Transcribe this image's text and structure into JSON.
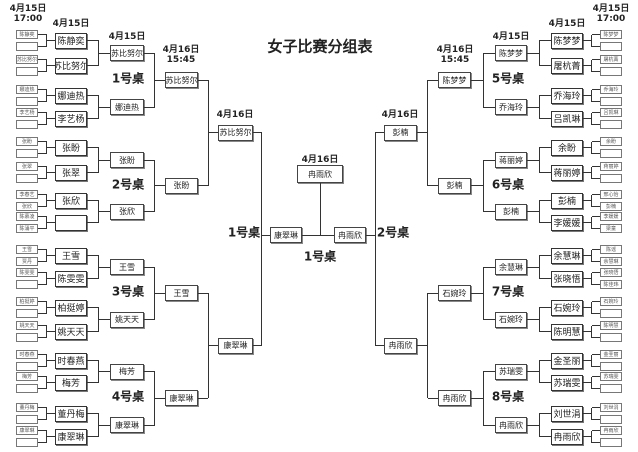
{
  "title": "女子比赛分组表",
  "dates": {
    "r1": [
      "4月15日",
      "17:00"
    ],
    "r2": "4月15日",
    "r3": "4月15日",
    "r4": [
      "4月16日",
      "15:45"
    ],
    "r5": "4月16日",
    "final": "4月16日"
  },
  "tables_left": [
    "1号桌",
    "2号桌",
    "3号桌",
    "4号桌"
  ],
  "tables_right": [
    "5号桌",
    "6号桌",
    "7号桌",
    "8号桌"
  ],
  "center_labels": {
    "left": "1号桌",
    "bottom": "1号桌",
    "right": "2号桌"
  },
  "left": {
    "r1": [
      "陈静奕",
      "",
      "苏比努尔",
      "",
      "娜迪热",
      "",
      "李艺杨",
      "",
      "张盼",
      "",
      "张翠",
      "",
      "李春艺",
      "张欣",
      "陈慕凌",
      "陈涌平",
      "王雪",
      "贾丹",
      "陈雯雯",
      "",
      "柏挺婷",
      "",
      "姚天天",
      "",
      "时春燕",
      "",
      "梅芳",
      "",
      "董丹梅",
      "",
      "康翠琳",
      ""
    ],
    "r2": [
      "陈静奕",
      "苏比努尔",
      "娜迪热",
      "李艺杨",
      "张盼",
      "张翠",
      "张欣",
      "",
      "王雪",
      "陈雯雯",
      "柏挺婷",
      "姚天天",
      "时春燕",
      "梅芳",
      "董丹梅",
      "康翠琳"
    ],
    "r3": [
      "苏比努尔",
      "娜迪热",
      "张盼",
      "张欣",
      "王雪",
      "姚天天",
      "梅芳",
      "康翠琳"
    ],
    "r4": [
      "苏比努尔",
      "张盼",
      "王雪",
      "康翠琳"
    ],
    "r5": [
      "苏比努尔",
      "康翠琳"
    ]
  },
  "right": {
    "r1": [
      "陈梦梦",
      "",
      "屠杭菁",
      "",
      "乔海玲",
      "",
      "吕凯琳",
      "",
      "余盼",
      "",
      "蒋丽婷",
      "",
      "邢心怡",
      "彭楠",
      "李媛媛",
      "梁童",
      "陈谣",
      "余慧琳",
      "张晓悟",
      "陈佳玮",
      "石婉玲",
      "",
      "陈明慧",
      "",
      "金圣丽",
      "",
      "苏瑞雯",
      "",
      "刘世涓",
      "",
      "冉雨欣",
      ""
    ],
    "r2": [
      "陈梦梦",
      "屠杭菁",
      "乔海玲",
      "吕凯琳",
      "余盼",
      "蒋丽婷",
      "彭楠",
      "李媛媛",
      "余慧琳",
      "张晓悟",
      "石婉玲",
      "陈明慧",
      "金圣丽",
      "苏瑞雯",
      "刘世涓",
      "冉雨欣"
    ],
    "r3": [
      "陈梦梦",
      "乔海玲",
      "蒋丽婷",
      "彭楠",
      "余慧琳",
      "石婉玲",
      "苏瑞雯",
      "冉雨欣"
    ],
    "r4": [
      "陈梦梦",
      "彭楠",
      "石婉玲",
      "冉雨欣"
    ],
    "r5": [
      "彭楠",
      "冉雨欣"
    ]
  },
  "final": {
    "left": "康翠琳",
    "right": "冉雨欣",
    "champion": "冉雨欣"
  }
}
